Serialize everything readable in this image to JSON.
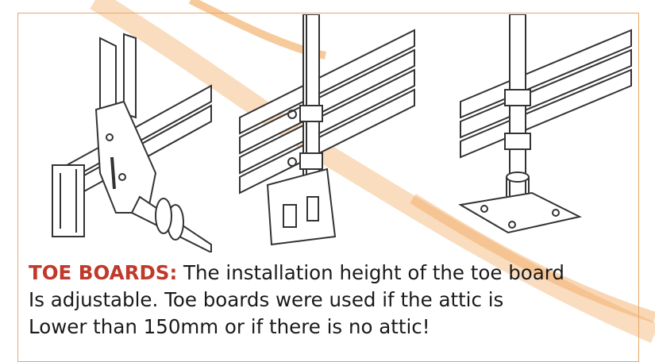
{
  "caption": {
    "label": "TOE BOARDS:",
    "line1_rest": " The installation height of the toe board",
    "line2": "Is adjustable. Toe boards were used if the attic is",
    "line3": "Lower than 150mm or if there is no attic!"
  },
  "colors": {
    "accent": "#c0392b",
    "border": "#e9a766",
    "swoosh": "#f2a65a",
    "line_art": "#333333"
  }
}
